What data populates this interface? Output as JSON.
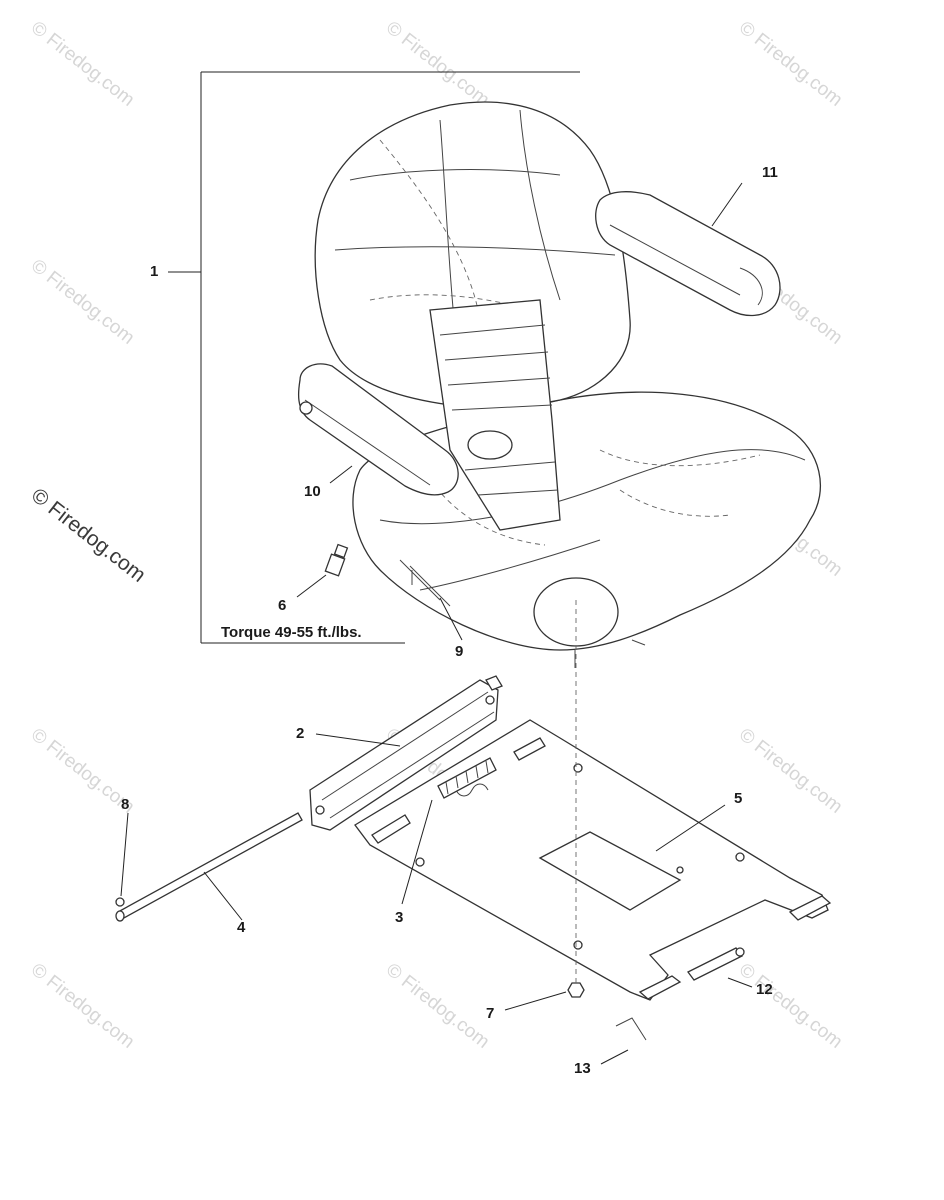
{
  "watermark": {
    "text": "© Firedog.com"
  },
  "annotations": {
    "torque": "Torque 49-55 ft./lbs."
  },
  "callouts": [
    "1",
    "2",
    "3",
    "4",
    "5",
    "6",
    "7",
    "8",
    "9",
    "10",
    "11",
    "12",
    "13"
  ],
  "colors": {
    "line": "#333333",
    "watermark": "#d6d6d6",
    "watermark_dark": "#3a3a3a",
    "background": "#ffffff"
  }
}
